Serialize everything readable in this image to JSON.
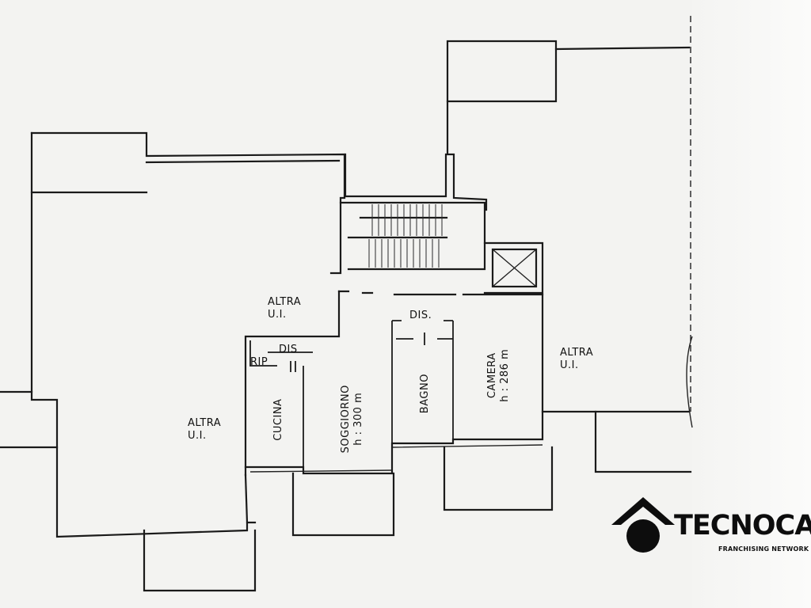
{
  "rooms": {
    "altra_left": {
      "line1": "ALTRA",
      "line2": "U.I."
    },
    "altra_center": {
      "line1": "ALTRA",
      "line2": "U.I."
    },
    "altra_right": {
      "line1": "ALTRA",
      "line2": "U.I."
    },
    "dis_top": "DIS.",
    "dis_small": "DIS",
    "rip": "RIP",
    "cucina": "CUCINA",
    "soggiorno": {
      "name": "SOGGIORNO",
      "height": "h : 300 m"
    },
    "bagno": "BAGNO",
    "camera": {
      "name": "CAMERA",
      "height": "h : 286 m"
    }
  },
  "logo": {
    "brand": "TECNOCASA",
    "tagline": "FRANCHISING NETWORK"
  },
  "colors": {
    "ink": "#1a1a1a",
    "paper": "#f3f3f1"
  }
}
